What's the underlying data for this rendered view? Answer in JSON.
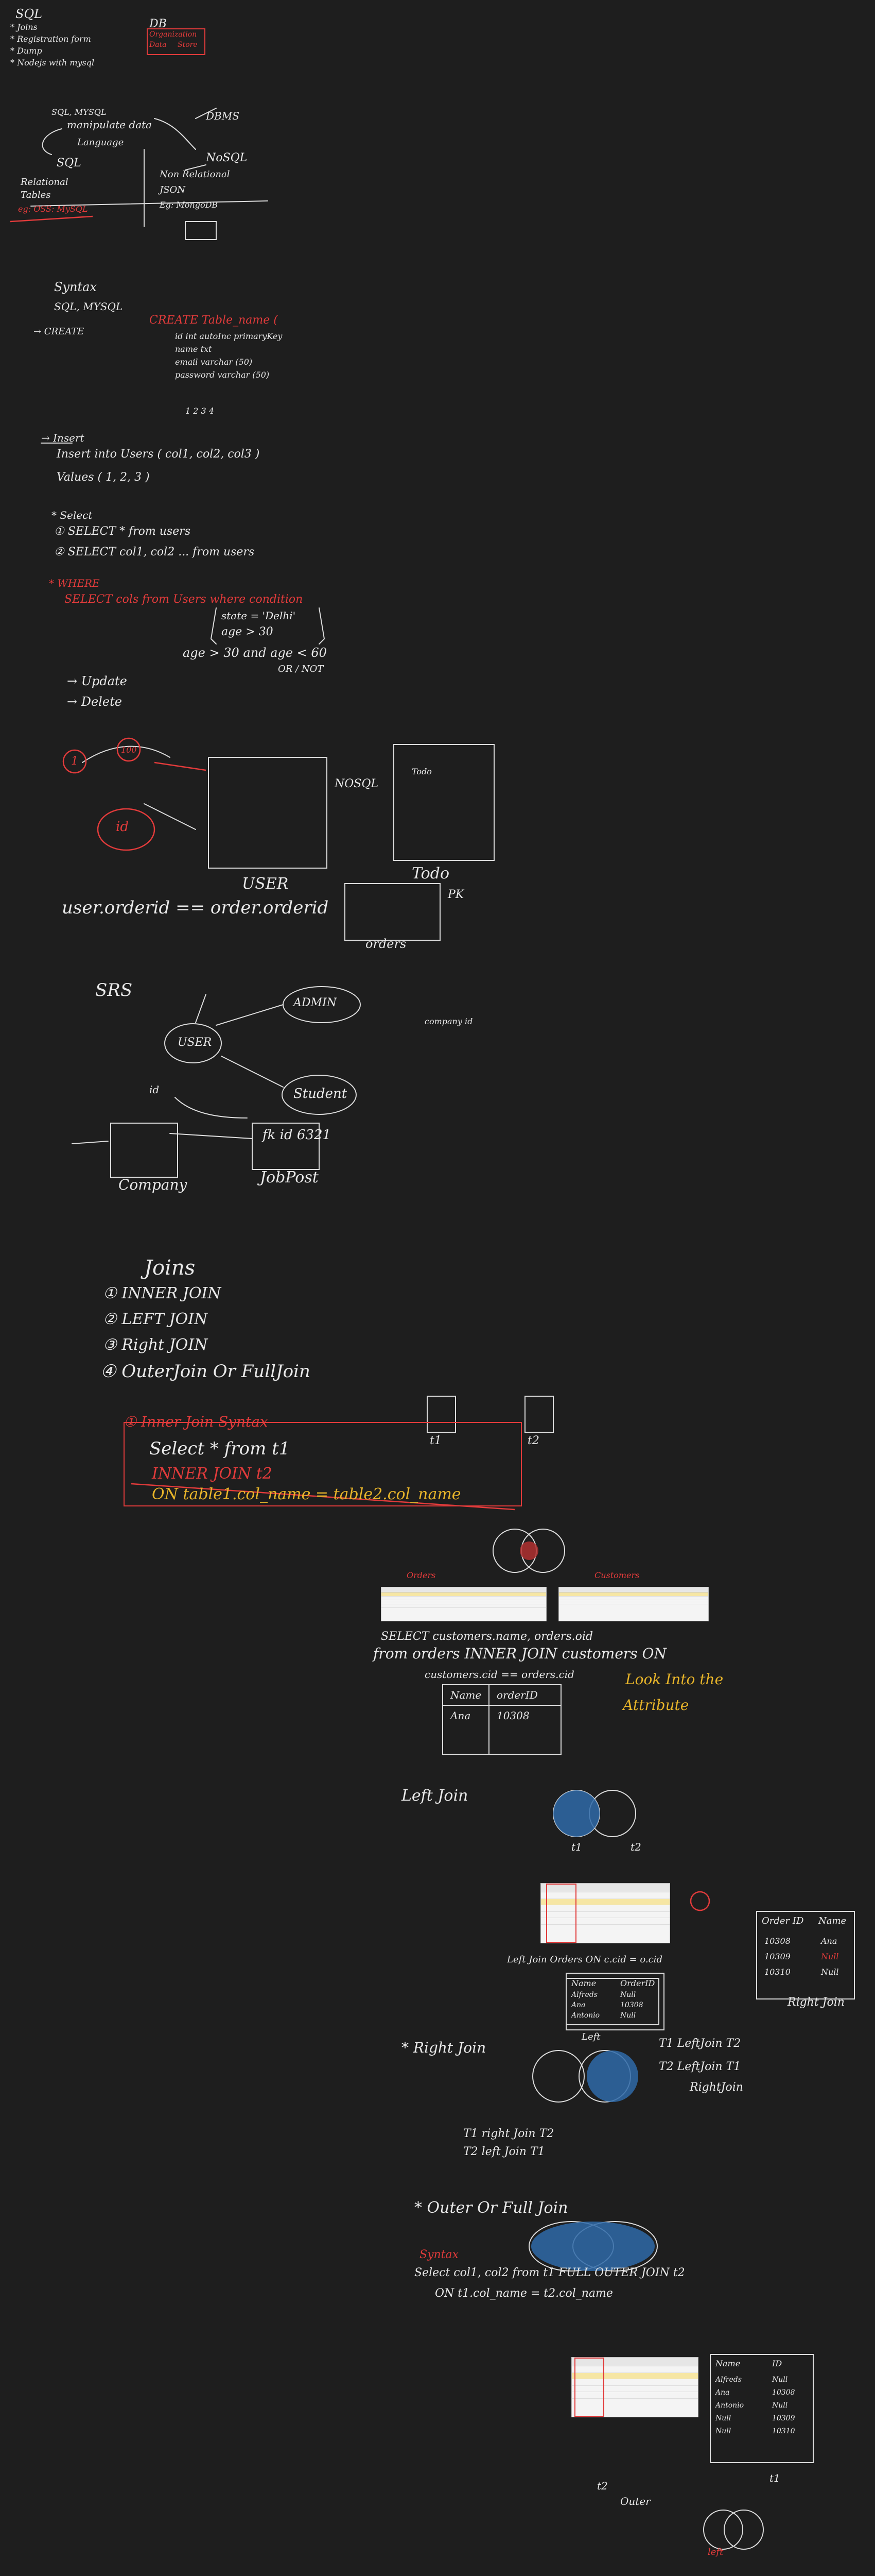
{
  "colors": {
    "background": "#1e1e1e",
    "ink_white": "#e9e9e9",
    "ink_red": "#e23b3b",
    "ink_yellow": "#e8b52a",
    "ink_blue": "#2f6aa8"
  },
  "intro": {
    "db_title": "DB",
    "db_list": [
      "Organization",
      "Data",
      "Store"
    ],
    "sql_title": "SQL",
    "bullets": [
      "* Joins",
      "* Registration form",
      "* Dump",
      "* Nodejs with mysql"
    ],
    "mysql": "SQL, MYSQL",
    "manipulate": "manipulate data",
    "language": "Language",
    "dbms": "DBMS",
    "sql_word": "SQL",
    "relational": "Relational",
    "tables": "Tables",
    "nosql": "NoSQL",
    "non_relational": "Non Relational",
    "json": "JSON",
    "eg": "eg: OSS: MySQL",
    "mongodb": "Eg: MongoDB"
  },
  "syntax": {
    "title": "Syntax",
    "sub": "SQL, MYSQL",
    "create": "→ CREATE",
    "create_cmd": "CREATE Table_name (",
    "fields": [
      "id  int  autoInc  primaryKey",
      "name  txt",
      "email  varchar (50)",
      "password  varchar (50)"
    ],
    "nums": "1    2    3    4",
    "insert": "→ Insert",
    "insert_cmd": "Insert into  Users ( col1, col2, col3 )",
    "values_cmd": "Values ( 1, 2, 3 )",
    "select": "* Select",
    "select1": "① SELECT  *  from  users",
    "select2": "② SELECT  col1, col2 ...  from  users",
    "where": "* WHERE",
    "where_cmd": "SELECT  cols  from  Users  where  condition",
    "cond1": "state = 'Delhi'",
    "cond2": "age > 30",
    "age": "age > 30  and  age < 60",
    "or_not": "OR / NOT",
    "update": "→ Update",
    "delete": "→ Delete"
  },
  "relations": {
    "one": "1",
    "many": "100",
    "note": "Todo",
    "user_label": "USER",
    "todo_label": "Todo",
    "nosql": "NOSQL",
    "pk": "PK",
    "orders": "orders",
    "id_red": "id",
    "eq": "user.orderid == order.orderid"
  },
  "srs": {
    "title": "SRS",
    "user": "USER",
    "admin": "ADMIN",
    "student": "Student",
    "id": "id",
    "company": "Company",
    "jobpost": "JobPost",
    "company_id": "company id",
    "fk": "fk id 6321"
  },
  "joins": {
    "title": "Joins",
    "list": [
      "① INNER JOIN",
      "② LEFT JOIN",
      "③ Right JOIN",
      "④ OuterJoin Or FullJoin"
    ],
    "inner_title": "① Inner Join Syntax",
    "inner_l1": "Select  *  from  t1",
    "inner_l2": "INNER JOIN  t2",
    "inner_l3": "ON  table1.col_name = table2.col_name",
    "t1": "t1",
    "t2": "t2",
    "orders_tab": "Orders",
    "customers_tab": "Customers",
    "inner_q1": "SELECT customers.name, orders.oid",
    "inner_q2": "from orders  INNER JOIN  customers ON",
    "inner_q3": "customers.cid == orders.cid",
    "result_head": [
      "Name",
      "orderID"
    ],
    "result_row": [
      "Ana",
      "10308"
    ],
    "look": "Look Into the",
    "attribute": "Attribute",
    "left_title": "Left Join",
    "left_q": "Left Join  Orders ON  c.cid = o.cid",
    "left_cols": [
      "Name",
      "OrderID"
    ],
    "left_rows": [
      [
        "Alfreds",
        "Null"
      ],
      [
        "Ana",
        "10308"
      ],
      [
        "Antonio",
        "Null"
      ]
    ],
    "left_label": "Left",
    "right_title": "* Right Join",
    "right_notes": [
      "T1  LeftJoin  T2",
      "T2  LeftJoin  T1",
      "RightJoin"
    ],
    "equiv1": "T1  right Join  T2",
    "equiv2": "T2  left Join  T1",
    "table_head": [
      "Order ID",
      "Name"
    ],
    "table_rows": [
      [
        "10308",
        "Ana"
      ],
      [
        "10309",
        "Null"
      ],
      [
        "10310",
        "Null"
      ]
    ],
    "right_join_label": "Right Join",
    "outer_title": "* Outer Or Full Join",
    "syntax_lbl": "Syntax",
    "outer_q1": "Select  col1, col2  from  t1  FULL OUTER JOIN  t2",
    "outer_q2": "ON  t1.col_name = t2.col_name",
    "final_cols": [
      "Name",
      "ID"
    ],
    "final_rows": [
      [
        "Alfreds",
        "Null"
      ],
      [
        "Ana",
        "10308"
      ],
      [
        "Antonio",
        "Null"
      ],
      [
        "Null",
        "10309"
      ],
      [
        "Null",
        "10310"
      ]
    ],
    "t2_label": "t2",
    "t1_label": "t1",
    "outer_label": "Outer",
    "left_lbl": "left"
  }
}
